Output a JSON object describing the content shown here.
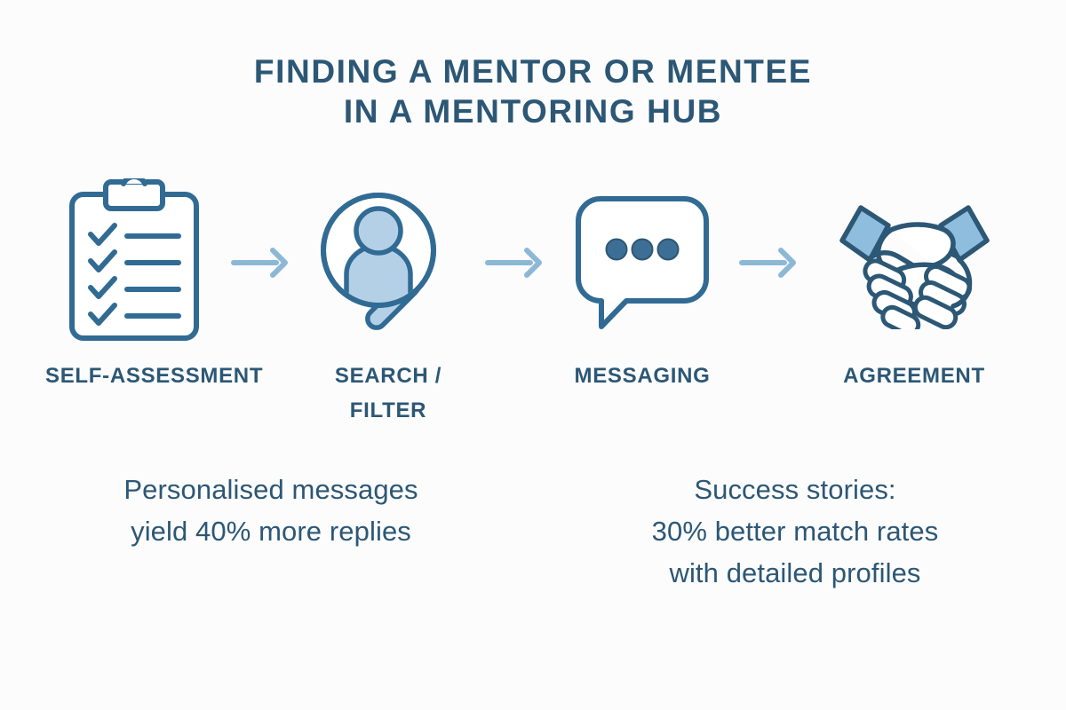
{
  "title": {
    "line1": "FINDING A MENTOR OR MENTEE",
    "line2": "IN A MENTORING HUB"
  },
  "colors": {
    "background": "#fcfcfd",
    "dark_blue": "#2c5775",
    "stroke_blue": "#316b94",
    "light_blue_fill": "#b4d0e7",
    "arrow_blue": "#8cb8d6",
    "dot_blue": "#3d6f96"
  },
  "steps": [
    {
      "icon": "clipboard-checklist-icon",
      "label_line1": "SELF-ASSESSMENT",
      "label_line2": ""
    },
    {
      "icon": "magnifier-person-icon",
      "label_line1": "SEARCH /",
      "label_line2": "FILTER"
    },
    {
      "icon": "speech-bubble-icon",
      "label_line1": "MESSAGING",
      "label_line2": ""
    },
    {
      "icon": "handshake-icon",
      "label_line1": "AGREEMENT",
      "label_line2": ""
    }
  ],
  "arrows": [
    {
      "icon": "arrow-right-icon"
    },
    {
      "icon": "arrow-right-icon"
    },
    {
      "icon": "arrow-right-icon"
    }
  ],
  "stats": {
    "left": {
      "line1": "Personalised messages",
      "line2": "yield 40% more replies",
      "line3": ""
    },
    "right": {
      "line1": "Success stories:",
      "line2": "30% better match rates",
      "line3": "with detailed profiles"
    }
  }
}
